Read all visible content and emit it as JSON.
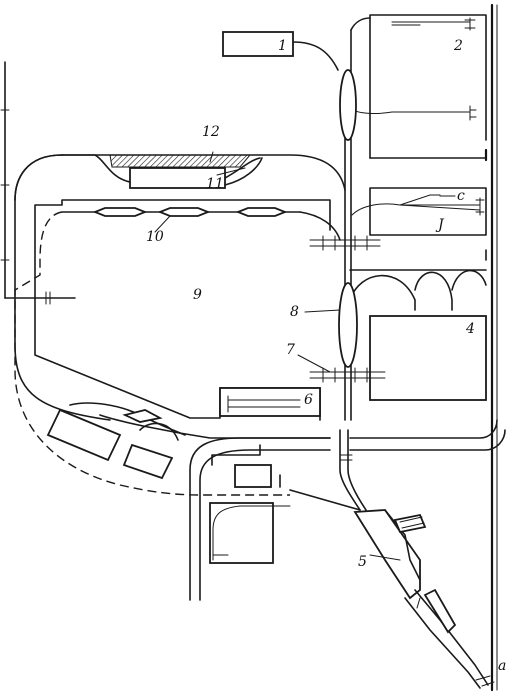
{
  "labels": {
    "l1": "1",
    "l2": "2",
    "l3": "J",
    "l3c": "c",
    "l4": "4",
    "l5": "5",
    "l6": "6",
    "l7": "7",
    "l8": "8",
    "l9": "9",
    "l10": "10",
    "l11": "11",
    "l12": "12",
    "la": "a"
  },
  "colors": {
    "ink": "#1a1a1a",
    "paper": "#ffffff"
  }
}
